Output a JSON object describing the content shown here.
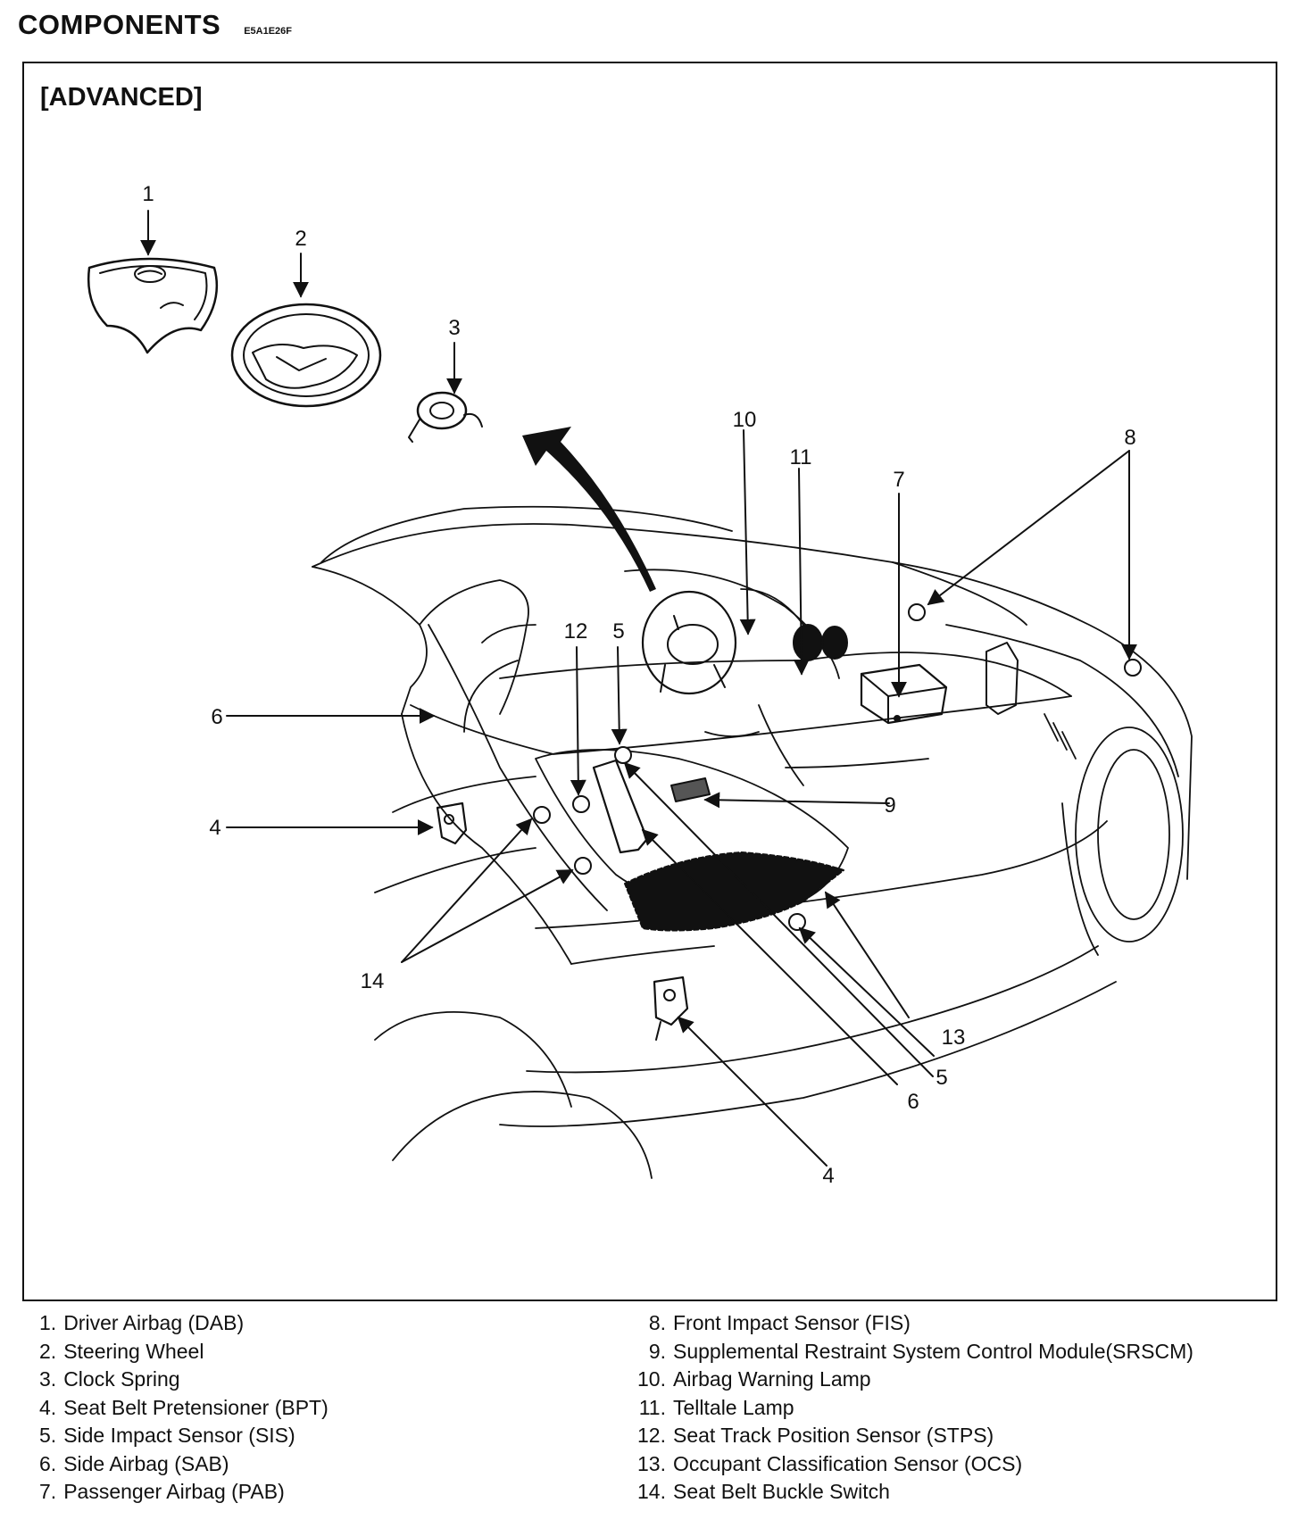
{
  "header": {
    "title": "COMPONENTS",
    "code": "E5A1E26F"
  },
  "variant": "[ADVANCED]",
  "callouts": [
    "1",
    "2",
    "3",
    "4",
    "4",
    "5",
    "5",
    "6",
    "6",
    "7",
    "8",
    "9",
    "10",
    "11",
    "12",
    "13",
    "14"
  ],
  "legend": {
    "left": [
      {
        "num": "1.",
        "label": "Driver Airbag (DAB)"
      },
      {
        "num": "2.",
        "label": "Steering Wheel"
      },
      {
        "num": "3.",
        "label": "Clock Spring"
      },
      {
        "num": "4.",
        "label": "Seat Belt Pretensioner (BPT)"
      },
      {
        "num": "5.",
        "label": "Side Impact Sensor (SIS)"
      },
      {
        "num": "6.",
        "label": "Side Airbag (SAB)"
      },
      {
        "num": "7.",
        "label": "Passenger Airbag (PAB)"
      }
    ],
    "right": [
      {
        "num": "8.",
        "label": "Front Impact Sensor (FIS)"
      },
      {
        "num": "9.",
        "label": "Supplemental Restraint System Control Module(SRSCM)"
      },
      {
        "num": "10.",
        "label": "Airbag Warning Lamp"
      },
      {
        "num": "11.",
        "label": "Telltale Lamp"
      },
      {
        "num": "12.",
        "label": "Seat Track Position Sensor (STPS)"
      },
      {
        "num": "13.",
        "label": "Occupant Classification Sensor (OCS)"
      },
      {
        "num": "14.",
        "label": "Seat Belt Buckle Switch"
      }
    ]
  }
}
